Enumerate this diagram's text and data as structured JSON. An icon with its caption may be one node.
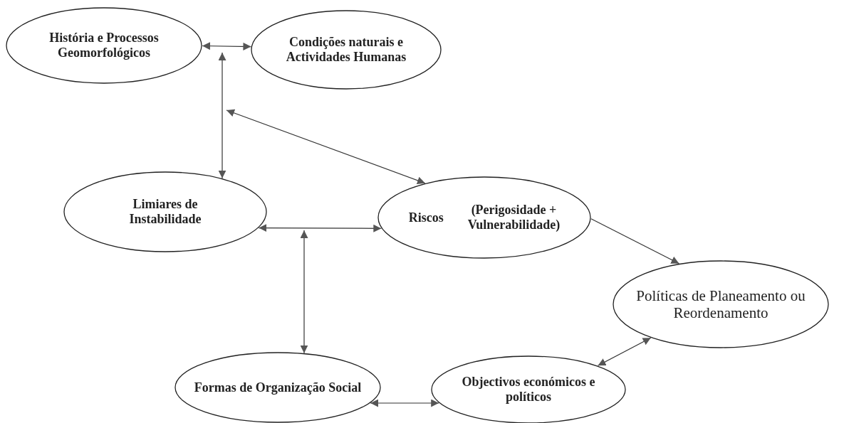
{
  "diagram": {
    "nodes": [
      {
        "text": [
          "História e Processos Geomorfológicos"
        ]
      },
      {
        "text": [
          "Condições naturais e Actividades Humanas"
        ]
      },
      {
        "text": [
          "Limiares de Instabilidade"
        ]
      },
      {
        "text": [
          "Riscos",
          "(Perigosidade + Vulnerabilidade)"
        ]
      },
      {
        "text": [
          "Políticas de Planeamento ou Reordenamento"
        ]
      },
      {
        "text": [
          "Formas de Organização Social"
        ]
      },
      {
        "text": [
          "Objectivos económicos e políticos"
        ]
      }
    ],
    "edges": [
      {
        "from": 0,
        "to": 1,
        "arrow": "both"
      },
      {
        "from": null,
        "to": 2,
        "arrow": "both"
      },
      {
        "from": null,
        "to": 3,
        "arrow": "both"
      },
      {
        "from": 2,
        "to": 3,
        "arrow": "both"
      },
      {
        "from": null,
        "to": 5,
        "arrow": "both"
      },
      {
        "from": 3,
        "to": 4,
        "arrow": "to"
      },
      {
        "from": 5,
        "to": 6,
        "arrow": "both"
      },
      {
        "from": 4,
        "to": 6,
        "arrow": "both"
      }
    ]
  }
}
